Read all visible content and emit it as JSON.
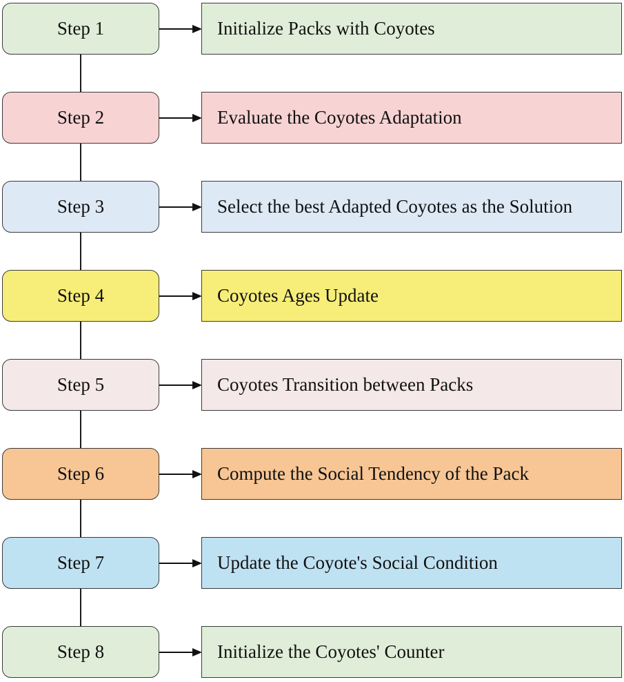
{
  "steps": [
    {
      "label": "Step 1",
      "description": "Initialize Packs with Coyotes",
      "color": "#e0eed9"
    },
    {
      "label": "Step 2",
      "description": "Evaluate the Coyotes Adaptation",
      "color": "#f7d3d3"
    },
    {
      "label": "Step 3",
      "description": "Select the best Adapted Coyotes as the Solution",
      "color": "#dde9f5"
    },
    {
      "label": "Step 4",
      "description": "Coyotes Ages Update",
      "color": "#f7ee7a"
    },
    {
      "label": "Step 5",
      "description": "Coyotes Transition between Packs",
      "color": "#f4e8e8"
    },
    {
      "label": "Step 6",
      "description": "Compute the Social Tendency of the Pack",
      "color": "#f7c694"
    },
    {
      "label": "Step 7",
      "description": "Update the Coyote's Social Condition",
      "color": "#bfe2f3"
    },
    {
      "label": "Step 8",
      "description": "Initialize the Coyotes' Counter",
      "color": "#e0eed9"
    }
  ]
}
